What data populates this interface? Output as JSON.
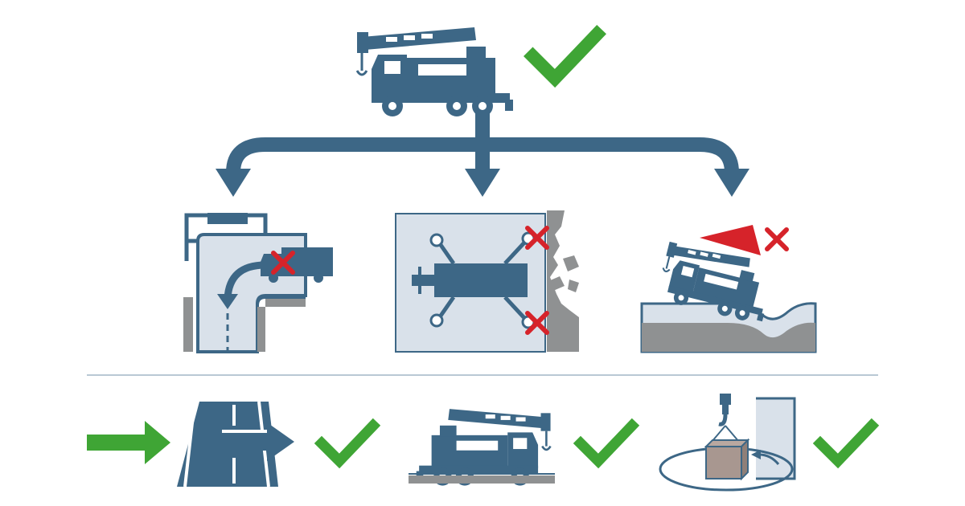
{
  "colors": {
    "primary": "#3d6786",
    "success": "#3fa535",
    "danger": "#d6232a",
    "panel": "#d9e1ea",
    "gray": "#8f9192",
    "divider": "#b9c8d4",
    "background": "#ffffff"
  },
  "top": {
    "icons": [
      "crane-truck-icon",
      "check-icon"
    ]
  },
  "connectors": {
    "icons": [
      "branch-arrow-left-icon",
      "branch-arrow-center-icon",
      "branch-arrow-right-icon"
    ]
  },
  "panels": [
    {
      "id": "narrow-turn",
      "status": "not-allowed",
      "icons": [
        "road-corner-icon",
        "small-truck-icon",
        "red-x-icon",
        "overhead-bar-icon"
      ]
    },
    {
      "id": "outrigger-obstruction",
      "status": "not-allowed",
      "icons": [
        "outrigger-crane-top-view-icon",
        "broken-wall-icon",
        "red-x-icon"
      ]
    },
    {
      "id": "uneven-ground",
      "status": "not-allowed",
      "icons": [
        "tilted-crane-icon",
        "red-warning-triangle-icon",
        "red-x-icon",
        "uneven-ground-icon"
      ]
    }
  ],
  "bottom": [
    {
      "id": "clear-access-road",
      "status": "ok",
      "icons": [
        "green-arrow-icon",
        "road-icon",
        "blue-arrow-icon",
        "check-icon"
      ]
    },
    {
      "id": "level-setup",
      "status": "ok",
      "icons": [
        "crane-truck-icon",
        "level-pad-icon",
        "check-icon"
      ]
    },
    {
      "id": "swing-clearance",
      "status": "ok",
      "icons": [
        "hook-icon",
        "load-box-icon",
        "swing-radius-icon",
        "check-icon"
      ]
    }
  ]
}
